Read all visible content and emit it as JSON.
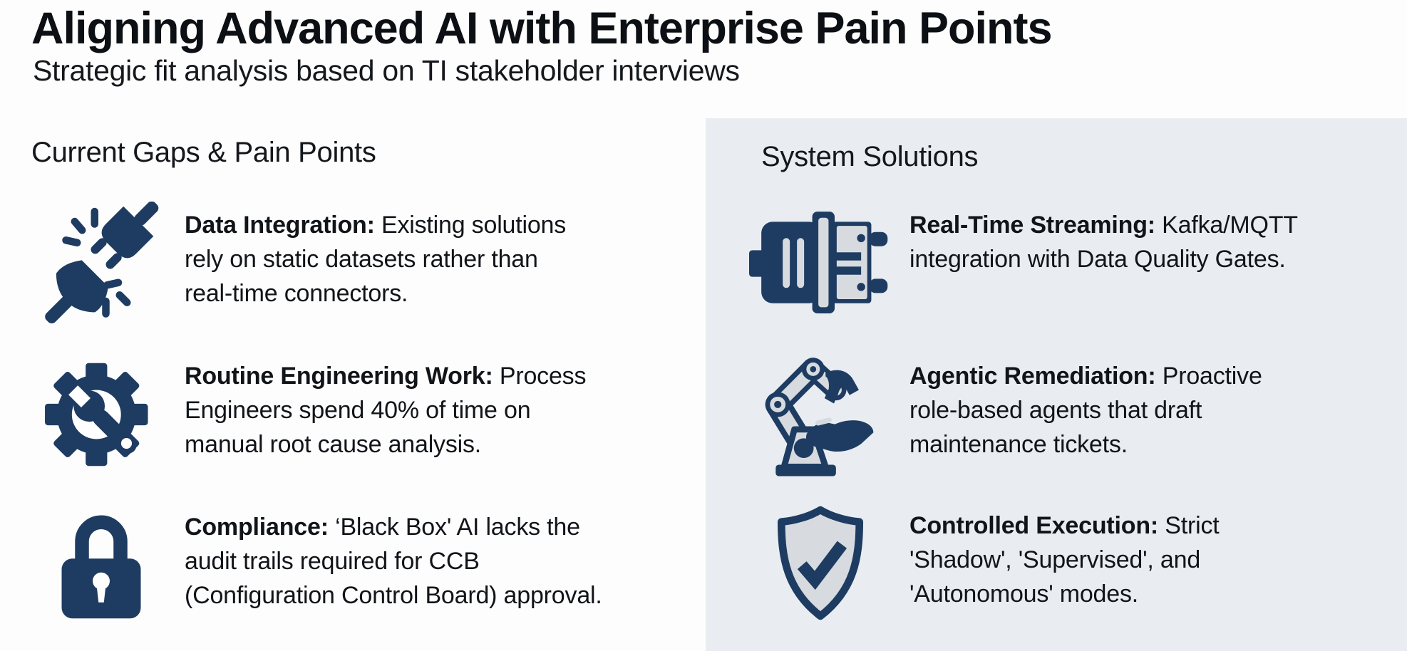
{
  "page": {
    "title": "Aligning Advanced AI with Enterprise Pain Points",
    "subtitle": "Strategic fit analysis based on TI stakeholder interviews"
  },
  "colors": {
    "icon_navy": "#1e3c62",
    "icon_light_fill": "#d7dbdf",
    "solutions_panel_bg": "#e9edf2",
    "text": "#111418"
  },
  "columns": [
    {
      "heading": "Current Gaps & Pain Points",
      "items": [
        {
          "icon": "broken-plug-icon",
          "lead": "Data Integration:",
          "rest": "Existing solutions\nrely on static datasets rather than\nreal-time connectors."
        },
        {
          "icon": "gear-wrench-icon",
          "lead": "Routine Engineering Work:",
          "rest": "Process\nEngineers spend 40% of time on\nmanual root cause analysis."
        },
        {
          "icon": "padlock-icon",
          "lead": "Compliance:",
          "rest": "‘Black Box' AI lacks the\naudit trails required for CCB\n(Configuration Control Board) approval."
        }
      ]
    },
    {
      "heading": "System Solutions",
      "items": [
        {
          "icon": "industrial-connector-icon",
          "lead": "Real-Time Streaming:",
          "rest": "Kafka/MQTT\nintegration with Data Quality Gates."
        },
        {
          "icon": "robot-arm-icon",
          "lead": "Agentic Remediation:",
          "rest": "Proactive\nrole-based agents that draft\nmaintenance tickets."
        },
        {
          "icon": "shield-check-icon",
          "lead": "Controlled Execution:",
          "rest": "Strict\n'Shadow', 'Supervised', and\n'Autonomous' modes."
        }
      ]
    }
  ]
}
